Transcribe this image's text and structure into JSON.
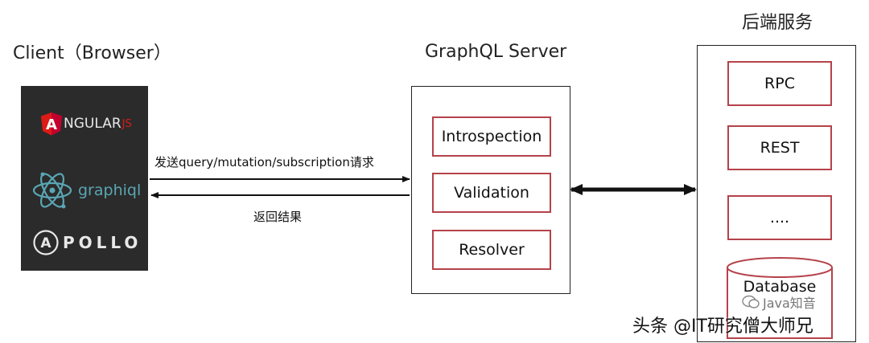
{
  "titles": {
    "client": "Client（Browser）",
    "server": "GraphQL Server",
    "backend": "后端服务"
  },
  "client_logos": {
    "angular_a": "A",
    "angular_main": "NGULAR",
    "angular_js": "JS",
    "graphiql": "graphiql",
    "apollo_a": "A",
    "apollo_rest": "POLLO"
  },
  "arrows": {
    "request": "发送query/mutation/subscription请求",
    "response": "返回结果"
  },
  "server_modules": [
    "Introspection",
    "Validation",
    "Resolver"
  ],
  "backend_services": [
    "RPC",
    "REST",
    "....",
    "Database"
  ],
  "watermark": {
    "main": "头条 @IT研究僧大师兄",
    "sub": "Java知音"
  },
  "colors": {
    "module_border": "#b5424a",
    "angular_red": "#dd1b16",
    "graphiql_pink": "#e10098",
    "client_panel_bg": "#2b2b2b"
  }
}
